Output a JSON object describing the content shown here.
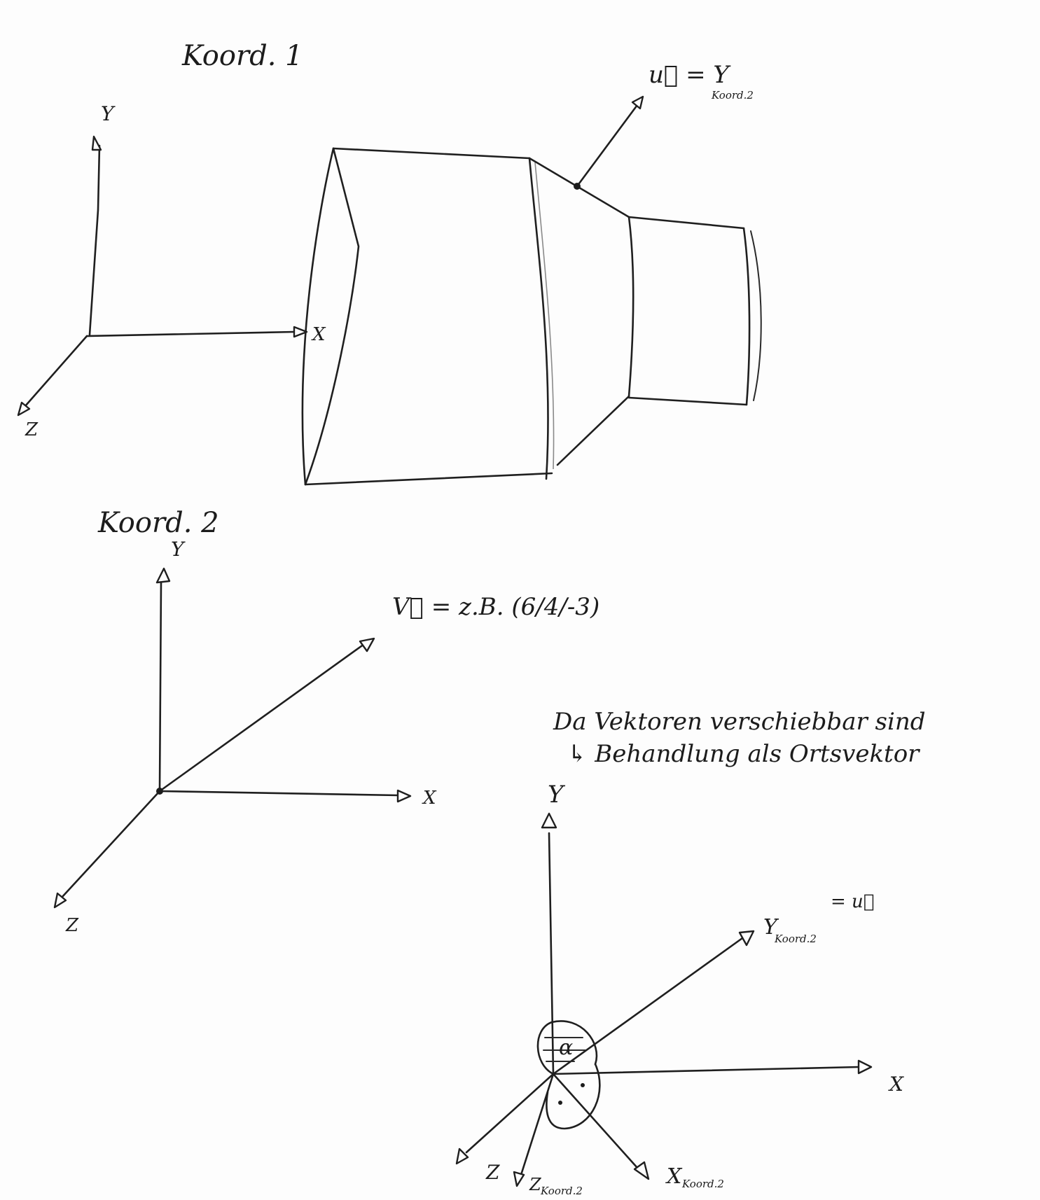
{
  "sketch1": {
    "title": "Koord. 1",
    "axis_y": "Y",
    "axis_x": "X",
    "axis_z": "Z",
    "vector_u_label": "u⃗ = Y",
    "vector_u_sub": "Koord.2"
  },
  "sketch2": {
    "title": "Koord. 2",
    "axis_y": "Y",
    "axis_x": "X",
    "axis_z": "Z",
    "vector_v_label": "V⃗ = z.B. (6/4/-3)"
  },
  "note": {
    "line1": "Da Vektoren verschiebbar sind",
    "line2": "↳ Behandlung als Ortsvektor"
  },
  "sketch3": {
    "axis_y": "Y",
    "axis_x": "X",
    "axis_z": "Z",
    "y2_label": "Y",
    "y2_sub": "Koord.2",
    "y2_eq": "= u⃗",
    "z2_label": "Z",
    "z2_sub": "Koord.2",
    "x2_label": "X",
    "x2_sub": "Koord.2",
    "angle_label": "α"
  }
}
